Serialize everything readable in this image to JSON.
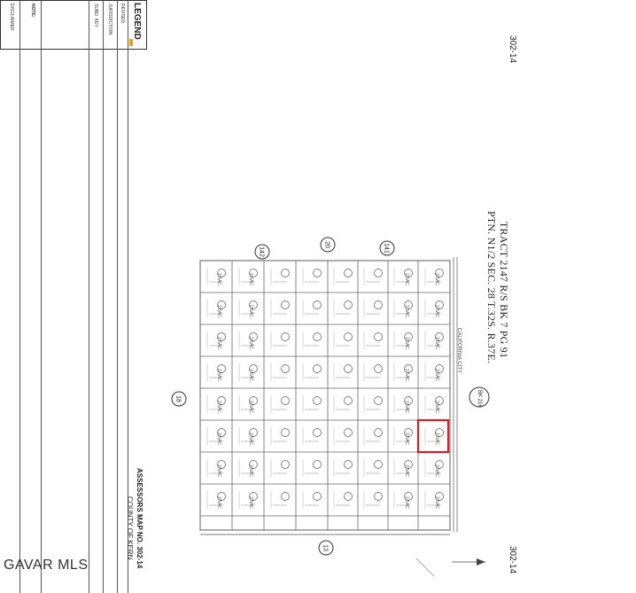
{
  "map_number_top": "302-14",
  "map_number_bottom": "302-14",
  "title_line1": "TRACT 2147 R/S BK 7 PG 91",
  "title_line2": "PTN. N1/2 SEC. 28 T.32S. R.37E.",
  "book_label": "BK 216",
  "street_label": "CALIFORNIA CITY",
  "legend": {
    "title": "LEGEND",
    "revised": "REVISED",
    "jurisdiction": "JURISDICTION",
    "subd_key": "SUBD. KEY",
    "note": "NOTE:",
    "disclaimer": "DISCLAIMER"
  },
  "circled_numbers": [
    "142",
    "20",
    "141",
    "18",
    "13"
  ],
  "assessor_line1": "ASSESSORS MAP NO. 302-14",
  "assessor_line2": "COUNTY OF KERN",
  "watermark": "GAVAR MLS",
  "highlight_color": "#d0202a",
  "legend_accent_color": "#e8a317",
  "parcel_label": "2.5AC."
}
